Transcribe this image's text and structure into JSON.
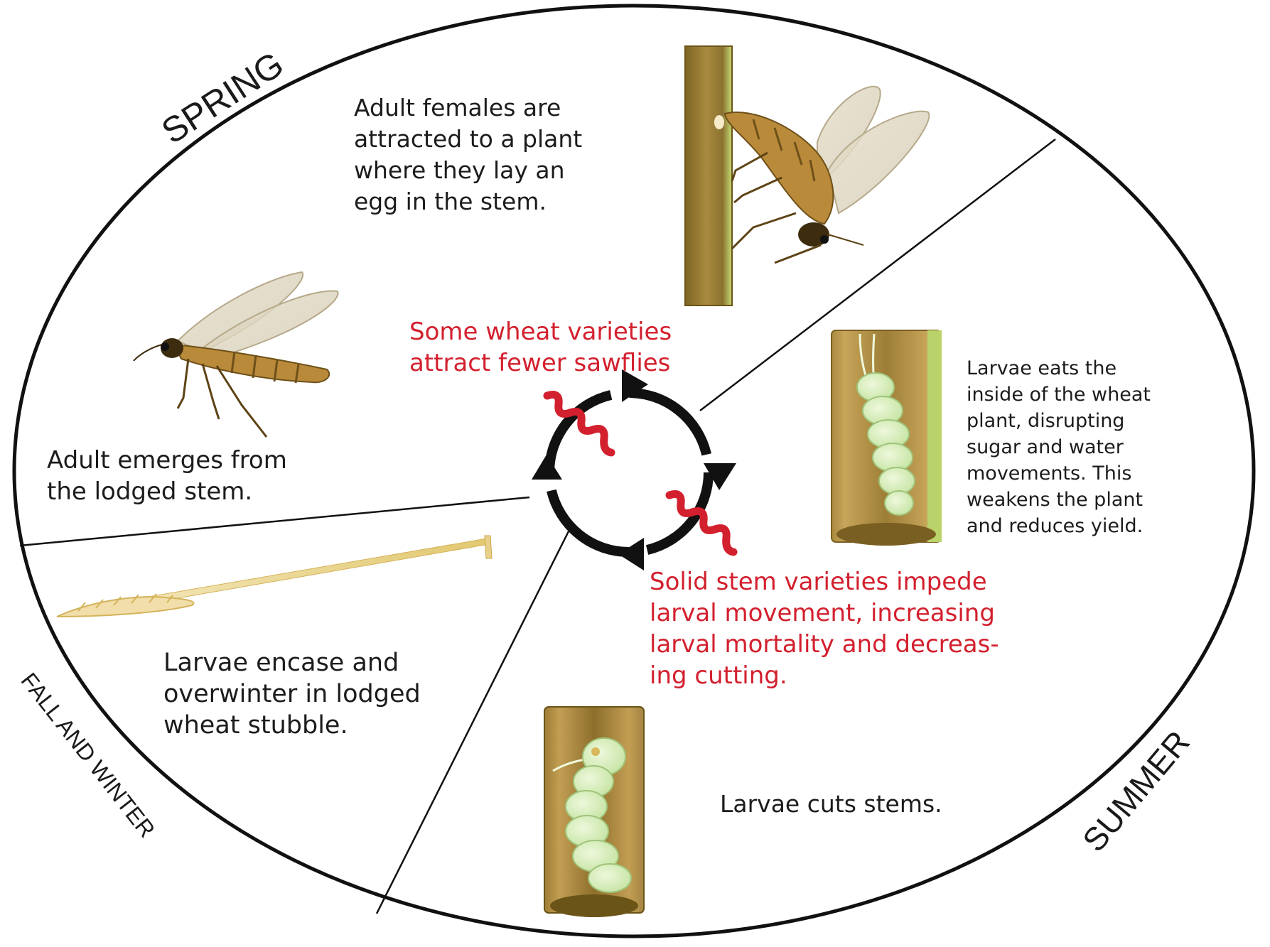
{
  "seasons": {
    "spring": "SPRING",
    "summer": "SUMMER",
    "fall_winter": "FALL AND WINTER"
  },
  "stages": {
    "egg_laying": [
      "Adult females are",
      "attracted to a plant",
      "where they lay an",
      "egg in the stem."
    ],
    "larvae_feeding": [
      "Larvae eats the",
      "inside of the wheat",
      "plant, disrupting",
      "sugar and water",
      "movements. This",
      "weakens the plant",
      "and reduces yield."
    ],
    "larvae_cutting": [
      "Larvae cuts stems."
    ],
    "overwinter": [
      "Larvae encase and",
      "overwinter in lodged",
      "wheat stubble."
    ],
    "adult_emerges": [
      "Adult emerges from",
      "the lodged stem."
    ]
  },
  "interventions": {
    "fewer_sawflies": [
      "Some wheat varieties",
      "attract fewer sawflies"
    ],
    "solid_stem": [
      "Solid stem varieties impede",
      "larval movement, increasing",
      "larval mortality and decreas-",
      "ing cutting."
    ]
  },
  "colors": {
    "outline": "#111111",
    "intervention_text": "#d3202e",
    "stem_brown": "#9a7a35",
    "stem_green": "#b9d36a",
    "larva_green": "#d8efb8",
    "insect_amber": "#b88a3a"
  },
  "icons": {
    "cycle": "cycle-arrows-icon",
    "blocker": "red-wavy-blocker-icon"
  }
}
